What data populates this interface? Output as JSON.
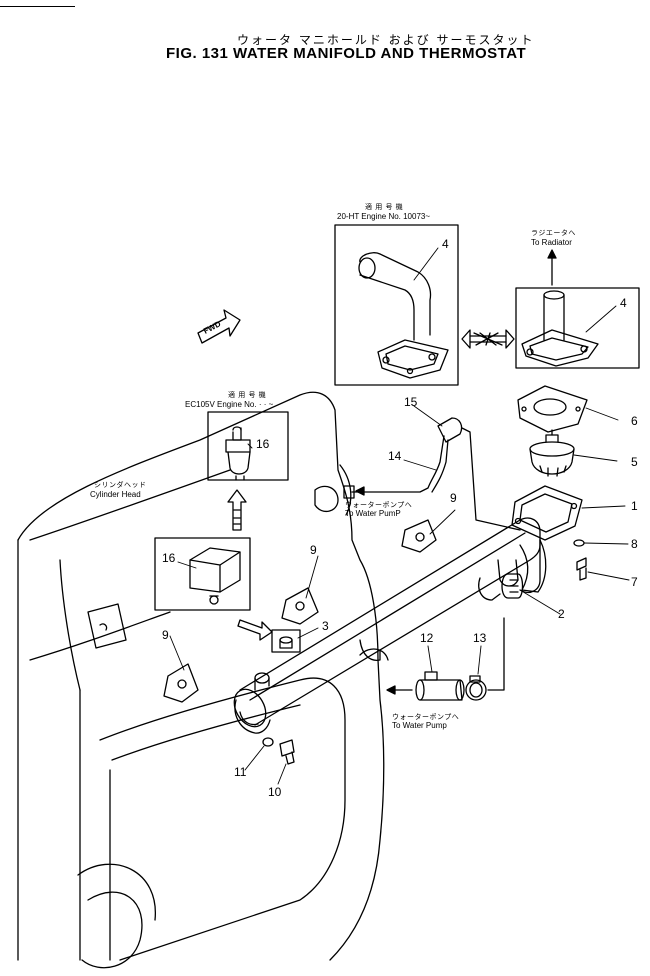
{
  "title": {
    "jp": "ウォータ マニホールド および サーモスタット",
    "en": "FIG. 131  WATER  MANIFOLD  AND  THERMOSTAT"
  },
  "notes": {
    "variant1_jp": "適 用 号 機",
    "variant1_en": "20-HT Engine No. 10073~",
    "variant2_jp": "適 用 号 機",
    "variant2_en": "EC105V Engine No. · · ~",
    "radiator_jp": "ラジエータへ",
    "radiator_en": "To Radiator",
    "cylhead_jp": "シリンダヘッド",
    "cylhead_en": "Cylinder Head",
    "pump1_jp": "ウォーターポンプへ",
    "pump1_en": "To Water PumP",
    "pump2_jp": "ウォーターポンプへ",
    "pump2_en": "To Water Pump",
    "fwd": "FWD"
  },
  "callouts": {
    "c1": "1",
    "c2": "2",
    "c3": "3",
    "c4a": "4",
    "c4b": "4",
    "c5": "5",
    "c6": "6",
    "c7": "7",
    "c8": "8",
    "c9a": "9",
    "c9b": "9",
    "c9c": "9",
    "c10": "10",
    "c11": "11",
    "c12": "12",
    "c13": "13",
    "c14": "14",
    "c15": "15",
    "c16a": "16",
    "c16b": "16"
  }
}
